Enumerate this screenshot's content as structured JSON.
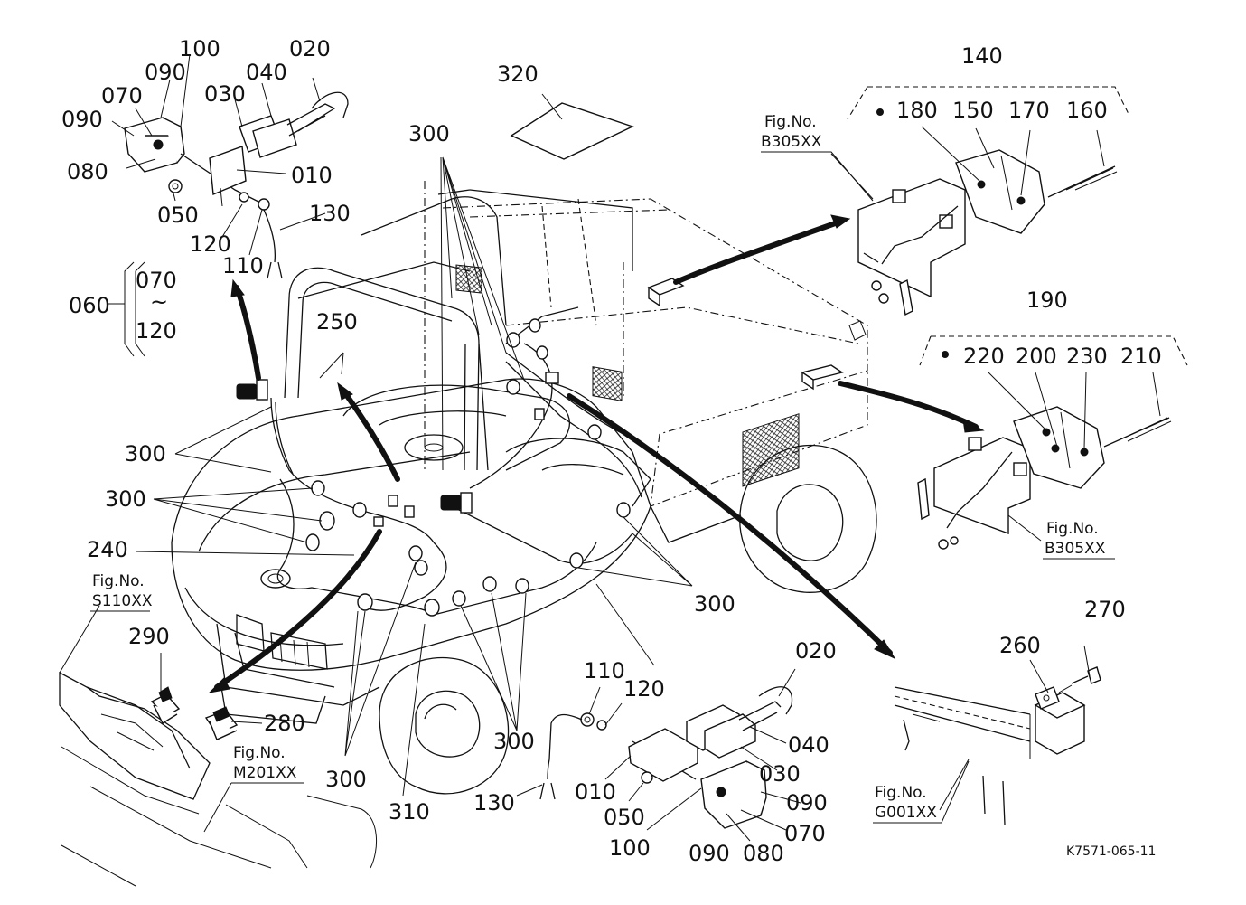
{
  "labels": {
    "l020a": "020",
    "l100a": "100",
    "l090a": "090",
    "l040a": "040",
    "l070a": "070",
    "l030a": "030",
    "l090b": "090",
    "l080a": "080",
    "l010a": "010",
    "l050a": "050",
    "l130a": "130",
    "l120a": "120",
    "l110a": "110",
    "l060": "060",
    "l070r": "070",
    "l120r": "120",
    "l060_tilde": "~",
    "l320": "320",
    "l300top": "300",
    "l140": "140",
    "l180": "180",
    "l150": "150",
    "l170": "170",
    "l160": "160",
    "l190": "190",
    "l220": "220",
    "l200": "200",
    "l230": "230",
    "l210": "210",
    "l250": "250",
    "l300a": "300",
    "l300b": "300",
    "l240": "240",
    "l290": "290",
    "l280": "280",
    "l300c": "300",
    "l310": "310",
    "l300r": "300",
    "l120b": "120",
    "l300d": "300",
    "l110b": "110",
    "l020b": "020",
    "l040b": "040",
    "l030b": "030",
    "l130b": "130",
    "l010b": "010",
    "l050b": "050",
    "l100b": "100",
    "l090c": "090",
    "l070b": "070",
    "l090d": "090",
    "l080b": "080",
    "l270": "270",
    "l260": "260"
  },
  "fig_refs": {
    "fig_b305_top_line1": "Fig.No.",
    "fig_b305_top_line2": "B305XX",
    "fig_b305_bot_line1": "Fig.No.",
    "fig_b305_bot_line2": "B305XX",
    "fig_s110_line1": "Fig.No.",
    "fig_s110_line2": "S110XX",
    "fig_m201_line1": "Fig.No.",
    "fig_m201_line2": "M201XX",
    "fig_g001_line1": "Fig.No.",
    "fig_g001_line2": "G001XX"
  },
  "drawing_code": "K7571-065-11"
}
